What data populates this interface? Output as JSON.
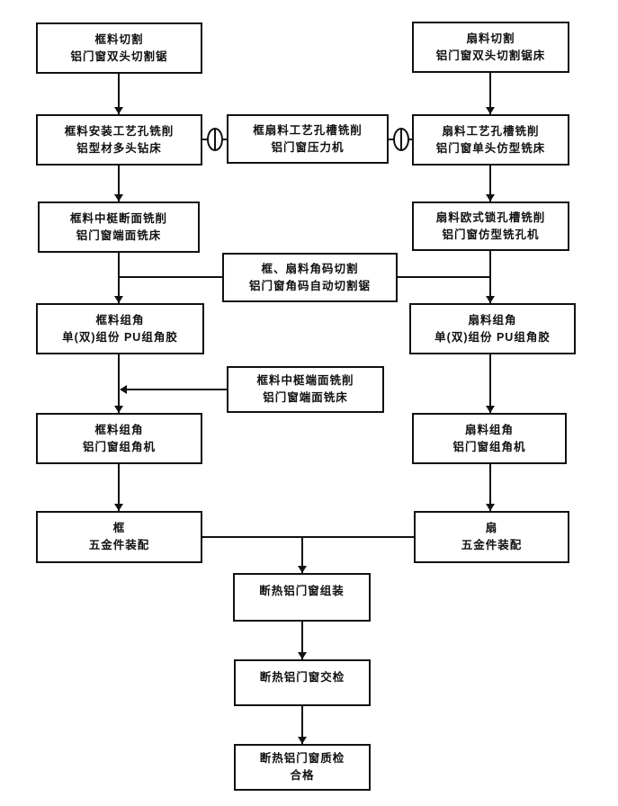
{
  "nodes": {
    "frame_cut": {
      "line1": "框料切割",
      "line2": "铝门窗双头切割锯"
    },
    "sash_cut": {
      "line1": "扇料切割",
      "line2": "铝门窗双头切割锯床"
    },
    "frame_hole_mill": {
      "line1": "框料安装工艺孔铣削",
      "line2": "铝型材多头钻床"
    },
    "frame_sash_slot_mill": {
      "line1": "框扇料工艺孔槽铣削",
      "line2": "铝门窗压力机"
    },
    "sash_slot_mill": {
      "line1": "扇料工艺孔槽铣削",
      "line2": "铝门窗单头仿型铣床"
    },
    "frame_mullion_section_mill": {
      "line1": "框料中梃断面铣削",
      "line2": "铝门窗端面铣床"
    },
    "sash_lock_slot_mill": {
      "line1": "扇料欧式锁孔槽铣削",
      "line2": "铝门窗仿型铣孔机"
    },
    "corner_key_cut": {
      "line1": "框、扇料角码切割",
      "line2": "铝门窗角码自动切割锯"
    },
    "frame_corner_glue": {
      "line1": "框料组角",
      "line2": "单(双)组份 PU组角胶"
    },
    "sash_corner_glue": {
      "line1": "扇料组角",
      "line2": "单(双)组份 PU组角胶"
    },
    "frame_mullion_end_mill": {
      "line1": "框料中梃端面铣削",
      "line2": "铝门窗端面铣床"
    },
    "frame_corner_crimp": {
      "line1": "框料组角",
      "line2": "铝门窗组角机"
    },
    "sash_corner_crimp": {
      "line1": "扇料组角",
      "line2": "铝门窗组角机"
    },
    "frame_hardware": {
      "line1": "框",
      "line2": "五金件装配"
    },
    "sash_hardware": {
      "line1": "扇",
      "line2": "五金件装配"
    },
    "assembly": {
      "line1": "断热铝门窗组装"
    },
    "handover_inspection": {
      "line1": "断热铝门窗交检"
    },
    "quality_inspection": {
      "line1": "断热铝门窗质检",
      "line2": "合格"
    }
  },
  "icons": {
    "process_junction": "⊕"
  },
  "colors": {
    "line": "#111111",
    "box_fill": "#ffffff",
    "background": "#ffffff"
  }
}
